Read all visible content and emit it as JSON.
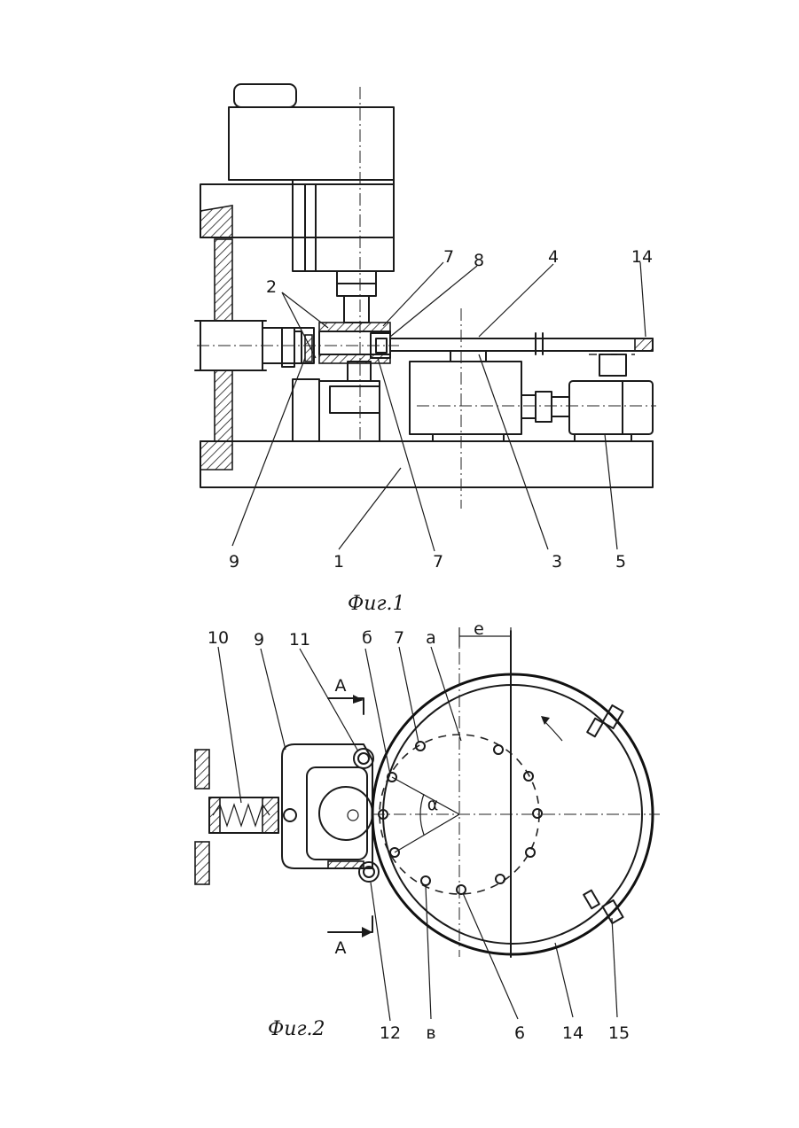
{
  "figure1": {
    "caption": "Фиг.1",
    "labels": {
      "l7_top": "7",
      "l8": "8",
      "l4": "4",
      "l14": "14",
      "l2": "2",
      "l9": "9",
      "l1": "1",
      "l7_bottom": "7",
      "l3": "3",
      "l5": "5"
    }
  },
  "figure2": {
    "caption": "Фиг.2",
    "labels": {
      "l10": "10",
      "l9": "9",
      "l11": "11",
      "lb_cyr": "б",
      "l7": "7",
      "la": "а",
      "le": "е",
      "lA_top": "А",
      "lA_bottom": "А",
      "lalpha": "α",
      "l12": "12",
      "lv": "в",
      "l6": "6",
      "l14": "14",
      "l15": "15"
    }
  }
}
